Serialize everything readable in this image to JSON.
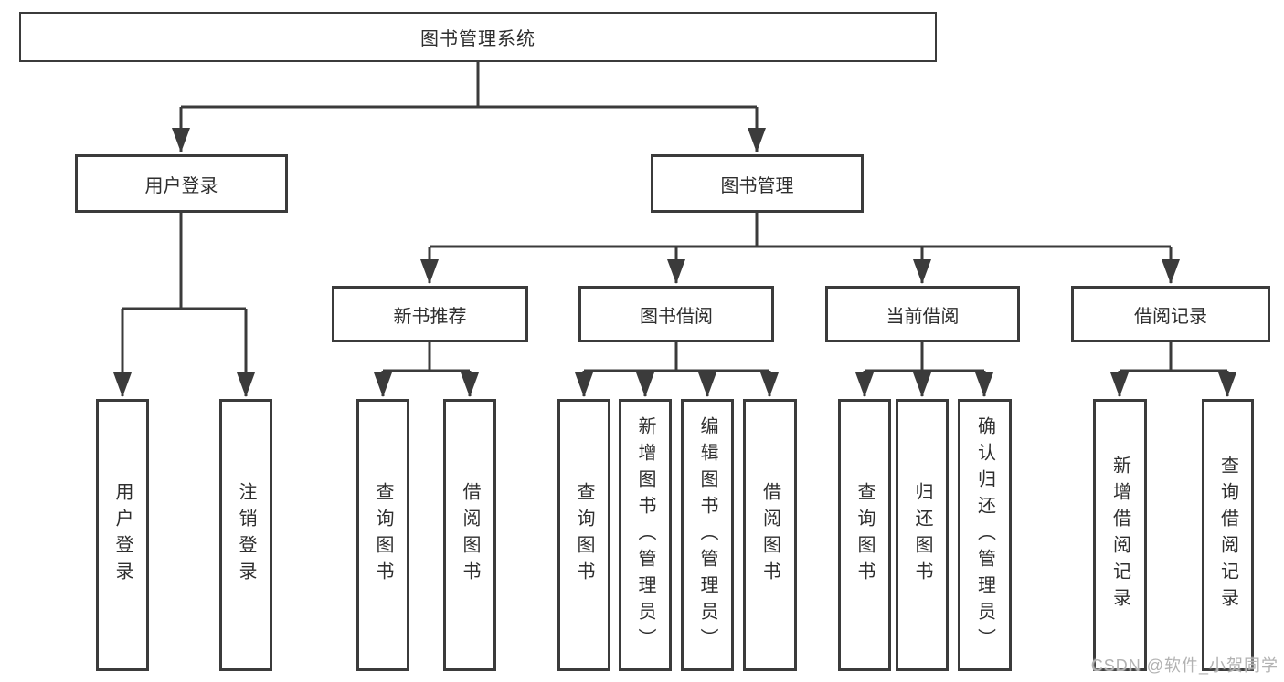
{
  "tree": {
    "root": "图书管理系统",
    "branches": [
      {
        "label": "用户登录",
        "children": [
          "用户登录",
          "注销登录"
        ]
      },
      {
        "label": "图书管理",
        "groups": [
          {
            "label": "新书推荐",
            "children": [
              "查询图书",
              "借阅图书"
            ]
          },
          {
            "label": "图书借阅",
            "children": [
              "查询图书",
              "新增图书（管理员）",
              "编辑图书（管理员）",
              "借阅图书"
            ]
          },
          {
            "label": "当前借阅",
            "children": [
              "查询图书",
              "归还图书",
              "确认归还（管理员）"
            ]
          },
          {
            "label": "借阅记录",
            "children": [
              "新增借阅记录",
              "查询借阅记录"
            ]
          }
        ]
      }
    ]
  },
  "watermark": "CSDN @软件_小贺同学",
  "colors": {
    "line": "#3b3b3b",
    "text": "#2e2e2e",
    "watermark": "#b2b2b2",
    "background": "#ffffff"
  }
}
